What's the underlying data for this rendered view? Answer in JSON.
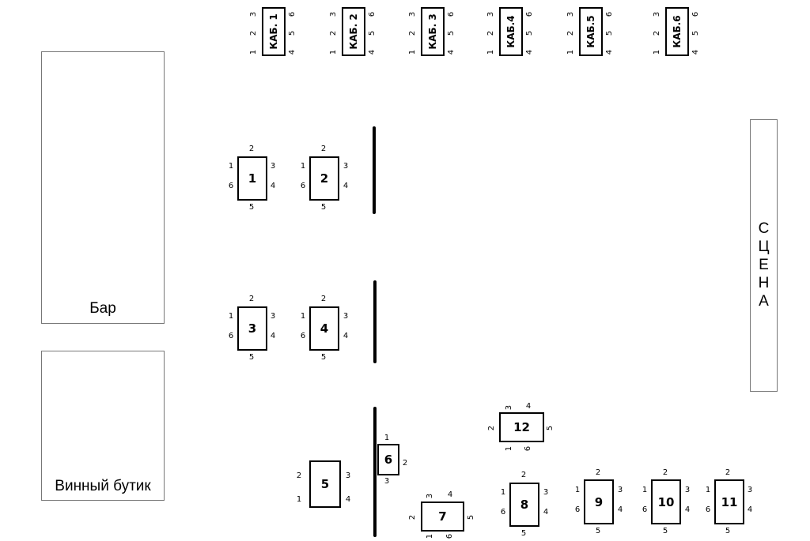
{
  "zones": {
    "bar": "Бар",
    "wine_boutique": "Винный бутик",
    "stage": [
      "С",
      "Ц",
      "Е",
      "Н",
      "А"
    ]
  },
  "cabins": [
    {
      "label": "КАБ. 1",
      "seats": [
        "1",
        "2",
        "3",
        "4",
        "5",
        "6"
      ]
    },
    {
      "label": "КАБ. 2",
      "seats": [
        "1",
        "2",
        "3",
        "4",
        "5",
        "6"
      ]
    },
    {
      "label": "КАБ. 3",
      "seats": [
        "1",
        "2",
        "3",
        "4",
        "5",
        "6"
      ]
    },
    {
      "label": "КАБ.4",
      "seats": [
        "1",
        "2",
        "3",
        "4",
        "5",
        "6"
      ]
    },
    {
      "label": "КАБ.5",
      "seats": [
        "1",
        "2",
        "3",
        "4",
        "5",
        "6"
      ]
    },
    {
      "label": "КАБ.6",
      "seats": [
        "1",
        "2",
        "3",
        "4",
        "5",
        "6"
      ]
    }
  ],
  "tables": [
    {
      "label": "1",
      "seats": [
        "1",
        "2",
        "3",
        "4",
        "5",
        "6"
      ]
    },
    {
      "label": "2",
      "seats": [
        "1",
        "2",
        "3",
        "4",
        "5",
        "6"
      ]
    },
    {
      "label": "3",
      "seats": [
        "1",
        "2",
        "3",
        "4",
        "5",
        "6"
      ]
    },
    {
      "label": "4",
      "seats": [
        "1",
        "2",
        "3",
        "4",
        "5",
        "6"
      ]
    },
    {
      "label": "5",
      "seats": [
        "1",
        "2",
        "3",
        "4"
      ]
    },
    {
      "label": "6",
      "seats": [
        "1",
        "2",
        "3"
      ]
    },
    {
      "label": "7",
      "seats": [
        "1",
        "2",
        "3",
        "4",
        "5",
        "6"
      ]
    },
    {
      "label": "8",
      "seats": [
        "1",
        "2",
        "3",
        "4",
        "5",
        "6"
      ]
    },
    {
      "label": "9",
      "seats": [
        "1",
        "2",
        "3",
        "4",
        "5",
        "6"
      ]
    },
    {
      "label": "10",
      "seats": [
        "1",
        "2",
        "3",
        "4",
        "5",
        "6"
      ]
    },
    {
      "label": "11",
      "seats": [
        "1",
        "2",
        "3",
        "4",
        "5",
        "6"
      ]
    },
    {
      "label": "12",
      "seats": [
        "1",
        "2",
        "3",
        "4",
        "5",
        "6"
      ]
    }
  ]
}
